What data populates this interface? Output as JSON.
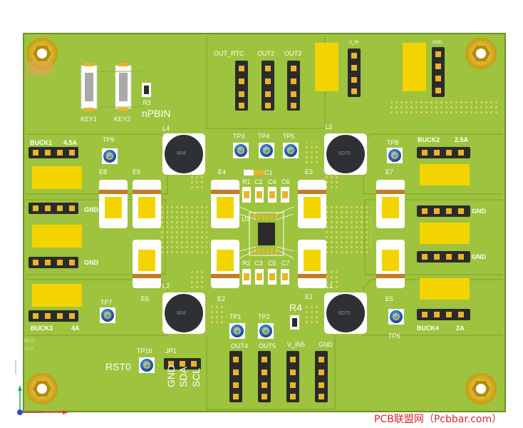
{
  "board": {
    "colors": {
      "board": "#9ec33e",
      "outline": "#6e9226",
      "gold": "#f3d400",
      "pad": "#e8c14a",
      "silk": "#ffffff",
      "inductor": "#2e3134",
      "tp": "#2f6fcf",
      "watermark": "#d8262d"
    }
  },
  "labels": {
    "out_rtc": "OUT_RTC",
    "out2": "OUT2",
    "out3": "OUT3",
    "v_in_top": "V_IN",
    "gnd_top": "GND",
    "key1": "KEY1",
    "key2": "KEY2",
    "r3": "R3",
    "npbin": "nPBIN",
    "l4": "L4",
    "l3": "L3",
    "l2": "L2",
    "l1": "L1",
    "tp9": "TP9",
    "tp3": "TP3",
    "tp4": "TP4",
    "tp5": "TP5",
    "tp8": "TP8",
    "buck1": "BUCK1",
    "buck1_a": "4.5A",
    "buck2": "BUCK2",
    "buck2_a": "2.5A",
    "buck3": "BUCK3",
    "buck3_a": "4A",
    "buck4": "BUCK4",
    "buck4_a": "2A",
    "e8": "E8",
    "e9": "E9",
    "e4": "E4",
    "e3": "E3",
    "e7": "E7",
    "e6": "E6",
    "e2": "E2",
    "e1": "E1",
    "e5": "E5",
    "c1": "C1",
    "r1": "R1",
    "c2": "C2",
    "c4": "C4",
    "c6": "C6",
    "u1": "U1",
    "r2": "R2",
    "c3": "C3",
    "c5": "C5",
    "c7": "C7",
    "r4": "R4",
    "gnd_l1": "GND",
    "gnd_l2": "GND",
    "gnd_r1": "GND",
    "gnd_r2": "GND",
    "tp7": "TP7",
    "tp6": "TP6",
    "tp1": "TP1",
    "tp2": "TP2",
    "tp10": "TP10",
    "jp1": "JP1",
    "rst0": "RST0",
    "out4": "OUT4",
    "out5": "OUT5",
    "v_in5": "V_IN5",
    "gnd_b": "GND",
    "sda": "SDA",
    "scl": "SCL",
    "gnd_jp": "GND",
    "ind_l4": "6R8",
    "ind_l3": "6D75",
    "ind_l2": "6R8",
    "ind_l1": "6D75",
    "rcc": "RCC",
    "v10": "V10"
  },
  "watermark": "PCB联盟网（Pcbbar.com）"
}
